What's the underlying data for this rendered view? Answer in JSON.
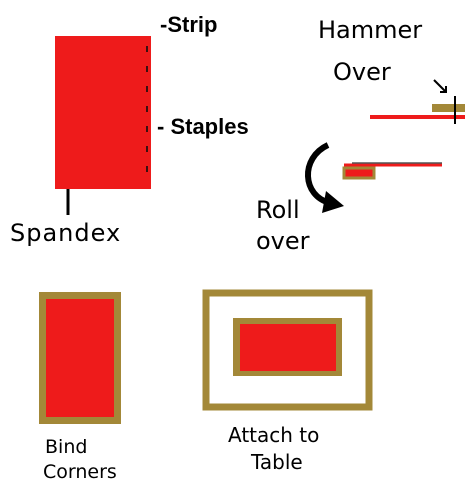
{
  "colors": {
    "spandex_red": "#ee1b1b",
    "strip_gold": "#a38838",
    "staple_dark": "#3a1010",
    "ink": "#000000"
  },
  "labels": {
    "strip": "-Strip",
    "staples": "- Staples",
    "spandex": "Spandex",
    "hammer_line1": "Hammer",
    "hammer_line2": "Over",
    "roll_line1": "Roll",
    "roll_line2": "over",
    "bind_line1": "Bind",
    "bind_line2": "Corners",
    "attach_line1": "Attach to",
    "attach_line2": "Table"
  },
  "icons": {
    "roll_arrow": "curved-arrow-icon",
    "hammer_arrow": "small-arrow-icon"
  }
}
